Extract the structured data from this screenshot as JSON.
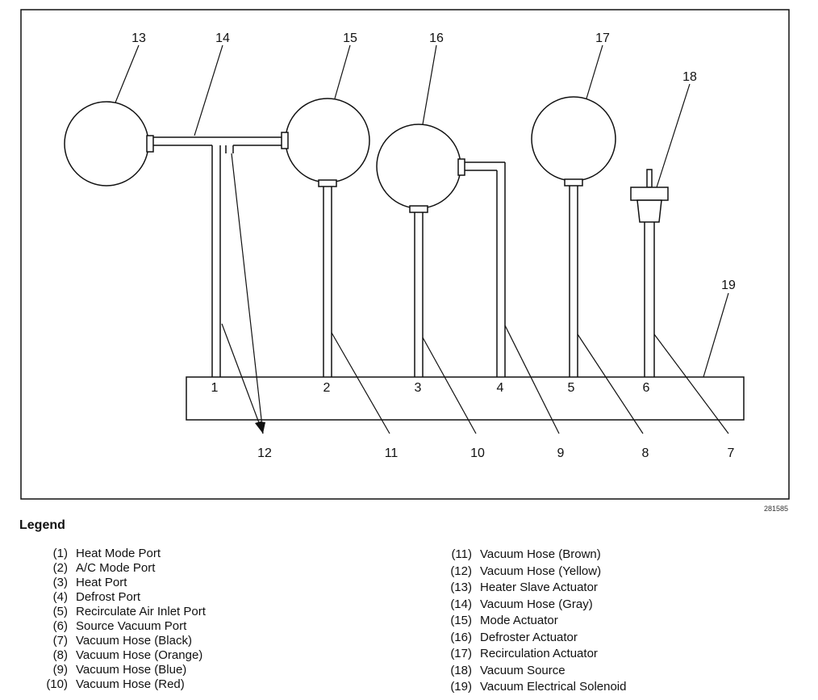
{
  "diagram": {
    "callouts": [
      "13",
      "14",
      "15",
      "16",
      "17",
      "18",
      "19",
      "12",
      "11",
      "10",
      "9",
      "8",
      "7"
    ],
    "ports": [
      "1",
      "2",
      "3",
      "4",
      "5",
      "6"
    ],
    "figure_id": "281585"
  },
  "legend": {
    "title": "Legend",
    "left": [
      {
        "num": "(1)",
        "text": "Heat Mode Port"
      },
      {
        "num": "(2)",
        "text": "A/C Mode Port"
      },
      {
        "num": "(3)",
        "text": "Heat Port"
      },
      {
        "num": "(4)",
        "text": "Defrost Port"
      },
      {
        "num": "(5)",
        "text": "Recirculate Air Inlet Port"
      },
      {
        "num": "(6)",
        "text": "Source Vacuum Port"
      },
      {
        "num": "(7)",
        "text": "Vacuum Hose (Black)"
      },
      {
        "num": "(8)",
        "text": "Vacuum Hose (Orange)"
      },
      {
        "num": "(9)",
        "text": "Vacuum Hose (Blue)"
      },
      {
        "num": "(10)",
        "text": "Vacuum Hose (Red)"
      }
    ],
    "right": [
      {
        "num": "(11)",
        "text": "Vacuum Hose (Brown)"
      },
      {
        "num": "(12)",
        "text": "Vacuum Hose (Yellow)"
      },
      {
        "num": "(13)",
        "text": "Heater Slave Actuator"
      },
      {
        "num": "(14)",
        "text": "Vacuum Hose (Gray)"
      },
      {
        "num": "(15)",
        "text": "Mode Actuator"
      },
      {
        "num": "(16)",
        "text": "Defroster Actuator"
      },
      {
        "num": "(17)",
        "text": "Recirculation Actuator"
      },
      {
        "num": "(18)",
        "text": "Vacuum Source"
      },
      {
        "num": "(19)",
        "text": "Vacuum Electrical Solenoid"
      }
    ]
  }
}
